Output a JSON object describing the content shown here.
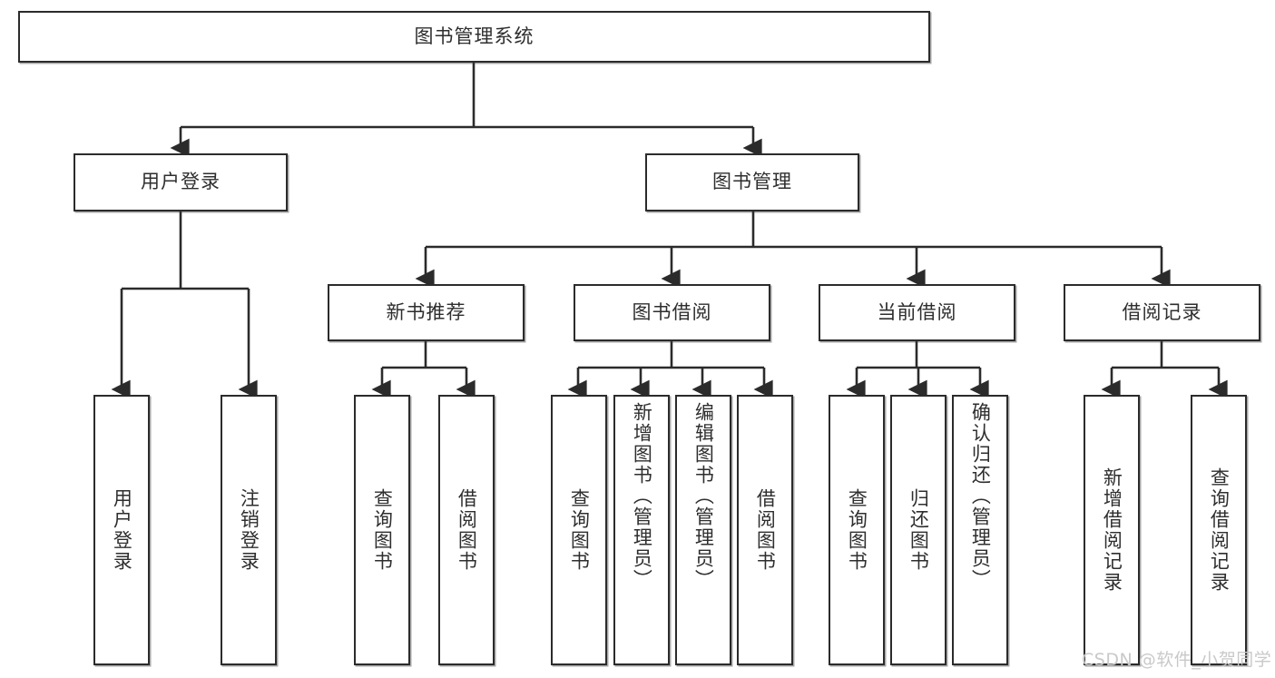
{
  "diagram": {
    "type": "tree",
    "title_node": "图书管理系统",
    "watermark": "CSDN @软件_小贺同学",
    "colors": {
      "box_border": "#2b2b2b",
      "box_fill": "#ffffff",
      "connector": "#2b2b2b",
      "text": "#2e2e2e",
      "watermark": "#c9c9c9"
    },
    "levels": {
      "root": {
        "label": "图书管理系统"
      },
      "level2": [
        {
          "label": "用户登录"
        },
        {
          "label": "图书管理"
        }
      ],
      "level3": [
        {
          "label": "新书推荐"
        },
        {
          "label": "图书借阅"
        },
        {
          "label": "当前借阅"
        },
        {
          "label": "借阅记录"
        }
      ]
    },
    "leaves": {
      "user_login": [
        {
          "label": "用户登录"
        },
        {
          "label": "注销登录"
        }
      ],
      "new_book_recommend": [
        {
          "label": "查询图书"
        },
        {
          "label": "借阅图书"
        }
      ],
      "book_borrow": [
        {
          "label": "查询图书"
        },
        {
          "label": "新增图书（管理员）"
        },
        {
          "label": "编辑图书（管理员）"
        },
        {
          "label": "借阅图书"
        }
      ],
      "current_borrow": [
        {
          "label": "查询图书"
        },
        {
          "label": "归还图书"
        },
        {
          "label": "确认归还（管理员）"
        }
      ],
      "borrow_record": [
        {
          "label": "新增借阅记录"
        },
        {
          "label": "查询借阅记录"
        }
      ]
    }
  }
}
